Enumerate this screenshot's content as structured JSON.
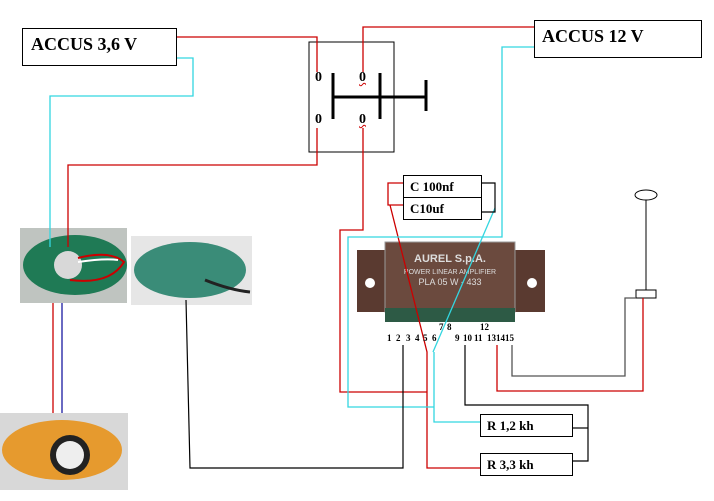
{
  "labels": {
    "battery_small": "ACCUS 3,6 V",
    "battery_large": "ACCUS 12 V",
    "switch_contacts": [
      "0",
      "0",
      "0",
      "0"
    ],
    "cap1": "C 100nf",
    "cap2": "C10uf",
    "res1": "R 1,2 kh",
    "res2": "R 3,3 kh"
  },
  "module": {
    "brand": "AUREL S.p.A.",
    "line1": "POWER LINEAR AMPLIFIER",
    "line2": "PLA 05 W - 433",
    "pins": [
      "1",
      "2",
      "3",
      "4",
      "5",
      "6",
      "7",
      "8",
      "9",
      "10",
      "11",
      "12",
      "13",
      "14",
      "15"
    ]
  },
  "colors": {
    "red": "#cc0000",
    "cyan": "#33d6e0",
    "black": "#000000",
    "blue": "#1a1aa0",
    "gray": "#555555"
  }
}
